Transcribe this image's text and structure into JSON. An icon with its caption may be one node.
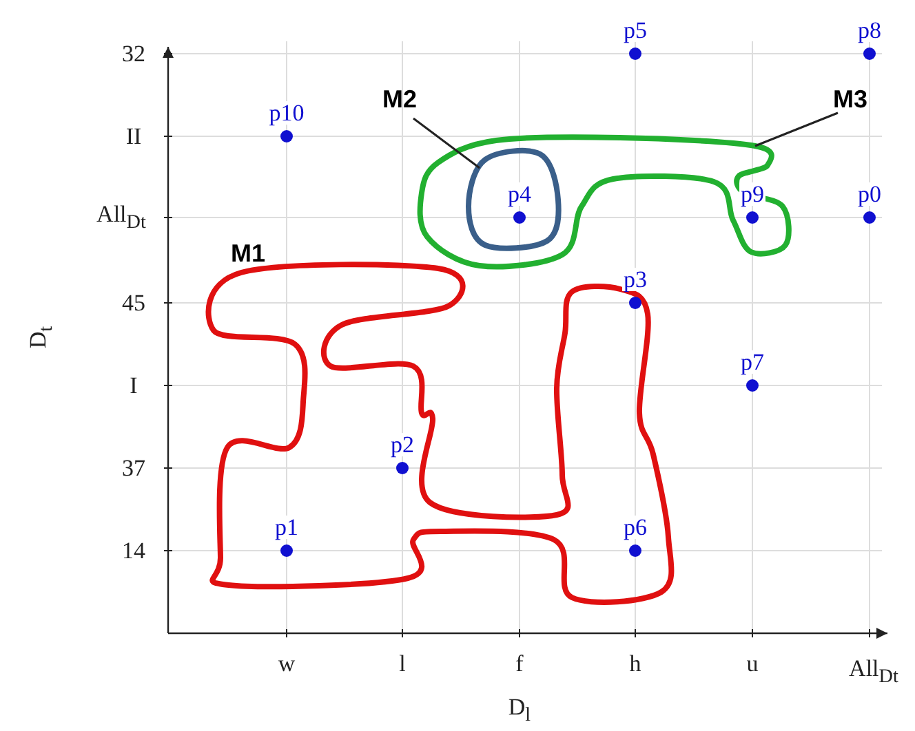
{
  "diagram": {
    "nodes": [
      {
        "text": [
          "M2"
        ]
      },
      {
        "text": [],
        "shape": "loop",
        "in": 3
      },
      {
        "text": [
          "M3"
        ]
      },
      {
        "text": [],
        "shape": "loop"
      },
      {
        "text": [],
        "shape": "loop",
        "beside": [
          "M1"
        ]
      }
    ],
    "edges": [
      {
        "from": 0,
        "to": 1,
        "arrow": "none"
      },
      {
        "from": 2,
        "to": 3,
        "arrow": "none"
      }
    ],
    "labels": [
      "32",
      "II",
      "All$_{Dt}$",
      "45",
      "I",
      "37",
      "14",
      "D$_{t}$",
      "w",
      "l",
      "f",
      "h",
      "u",
      "All$_{Dt}$",
      "D$_{l}$",
      "p10",
      "p5",
      "p8",
      "p4",
      "p9",
      "p0",
      "p3",
      "p7",
      "p2",
      "p1",
      "p6"
    ]
  }
}
